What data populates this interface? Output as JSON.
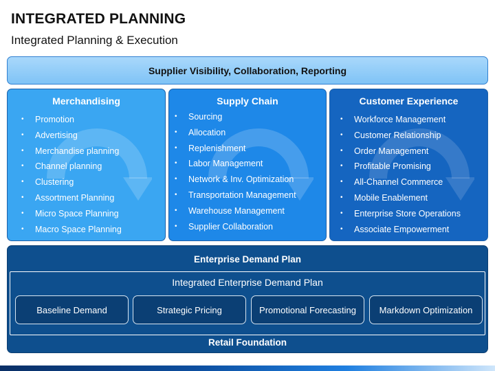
{
  "header": {
    "title": "INTEGRATED PLANNING",
    "subtitle": "Integrated Planning & Execution"
  },
  "top_bar": {
    "label": "Supplier Visibility, Collaboration, Reporting"
  },
  "columns": [
    {
      "heading": "Merchandising",
      "color": "#3aa6f2",
      "items": [
        "Promotion",
        "Advertising",
        "Merchandise planning",
        "Channel planning",
        "Clustering",
        "Assortment Planning",
        "Micro Space Planning",
        "Macro Space Planning"
      ]
    },
    {
      "heading": "Supply Chain",
      "color": "#1e88e8",
      "items": [
        "Sourcing",
        "Allocation",
        "Replenishment",
        "Labor Management",
        "Network & Inv. Optimization",
        "Transportation Management",
        "Warehouse Management",
        "Supplier Collaboration"
      ]
    },
    {
      "heading": "Customer Experience",
      "color": "#1565c0",
      "items": [
        "Workforce Management",
        "Customer Relationship",
        "Order Management",
        "Profitable Promising",
        "All-Channel Commerce",
        "Mobile Enablement",
        "Enterprise Store Operations",
        "Associate Empowerment"
      ]
    }
  ],
  "bottom": {
    "heading": "Enterprise Demand Plan",
    "inner_title": "Integrated Enterprise Demand Plan",
    "pills": [
      "Baseline Demand",
      "Strategic Pricing",
      "Promotional Forecasting",
      "Markdown Optimization"
    ],
    "footer": "Retail Foundation",
    "color": "#0e4f8e"
  },
  "icons": {
    "bullet": "•",
    "decor": "curved-arrow-icon"
  }
}
